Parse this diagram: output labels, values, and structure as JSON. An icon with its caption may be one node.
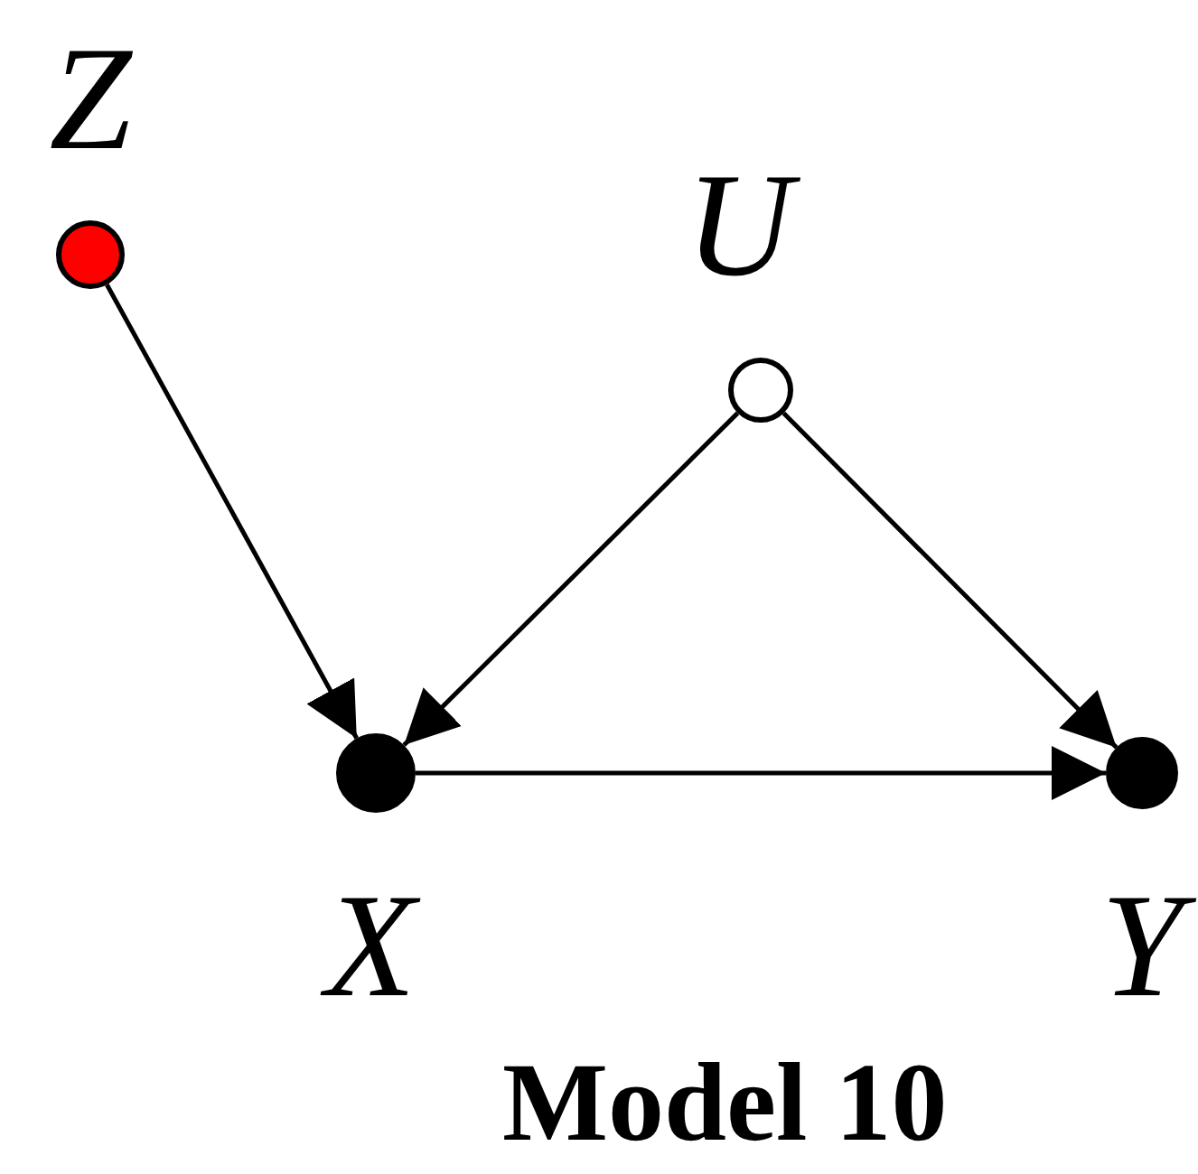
{
  "diagram": {
    "caption": "Model 10",
    "nodes": [
      {
        "text": [
          "Z"
        ]
      },
      {
        "text": [
          "U"
        ]
      },
      {
        "text": [
          "X"
        ]
      },
      {
        "text": [
          "Y"
        ]
      }
    ],
    "edges": [
      {
        "from": 0,
        "to": 2,
        "arrow": "to"
      },
      {
        "from": 1,
        "to": 2,
        "arrow": "to"
      },
      {
        "from": 1,
        "to": 3,
        "arrow": "to"
      },
      {
        "from": 2,
        "to": 3,
        "arrow": "to"
      }
    ]
  }
}
